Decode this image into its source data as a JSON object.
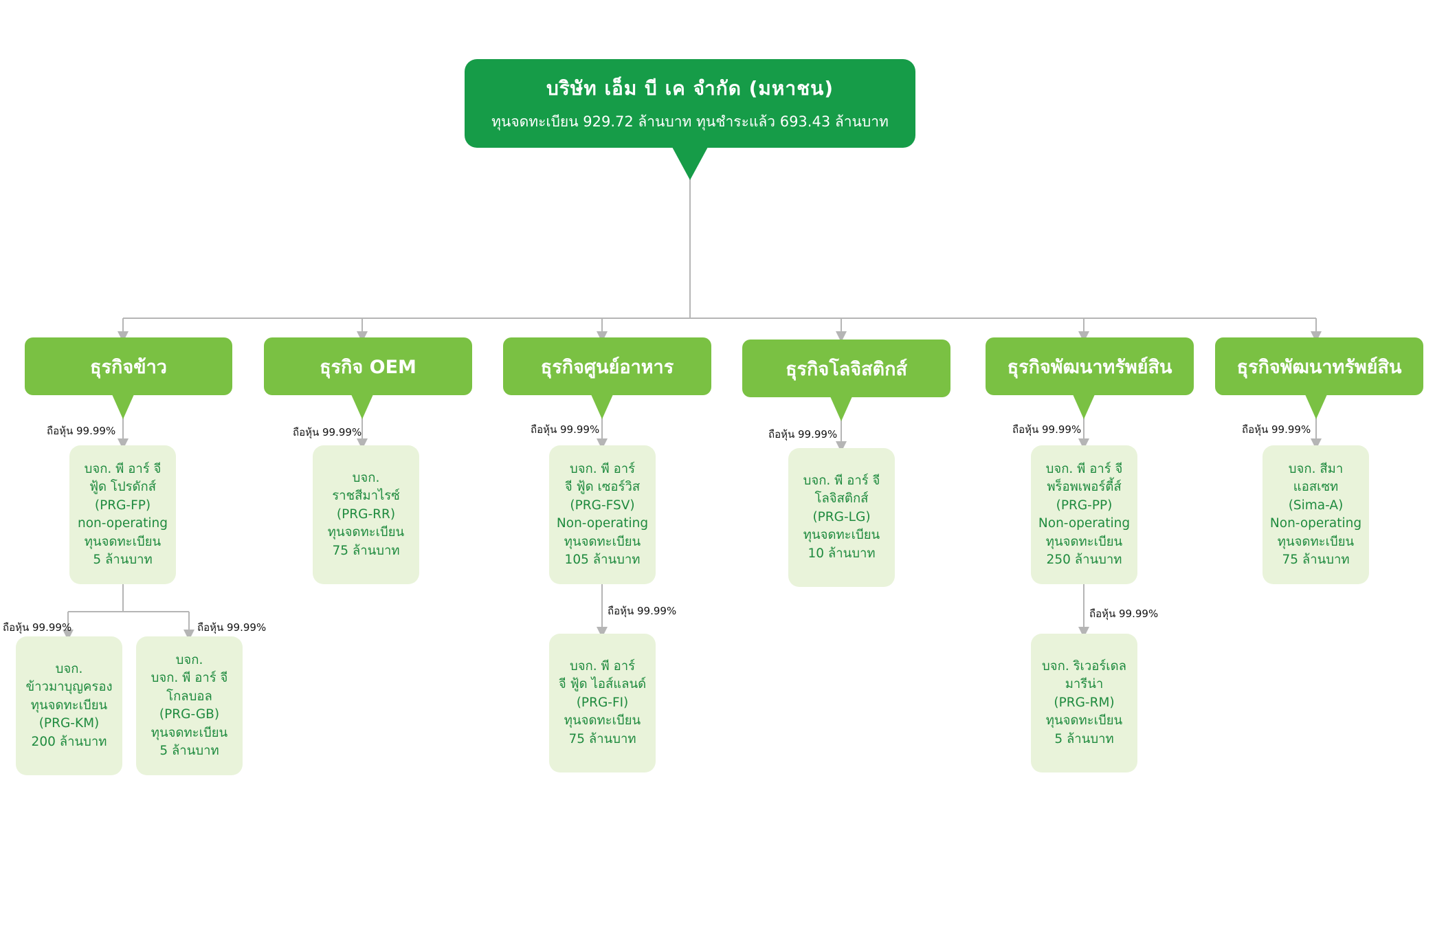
{
  "parent": {
    "name": "บริษัท เอ็ม บี เค จำกัด (มหาชน)",
    "capital": "ทุนจดทะเบียน 929.72 ล้านบาท ทุนชำระแล้ว 693.43 ล้านบาท"
  },
  "business_units": [
    {
      "label": "ธุรกิจข้าว"
    },
    {
      "label": "ธุรกิจ OEM"
    },
    {
      "label": "ธุรกิจศูนย์อาหาร"
    },
    {
      "label": "ธุรกิจโลจิสติกส์"
    },
    {
      "label": "ธุรกิจพัฒนาทรัพย์สิน"
    },
    {
      "label": "ธุรกิจพัฒนาทรัพย์สิน"
    }
  ],
  "companies": [
    {
      "lines": [
        "บจก. พี อาร์ จี",
        "ฟู้ด โปรดักส์",
        "(PRG-FP)",
        "non-operating",
        "ทุนจดทะเบียน",
        "5 ล้านบาท"
      ]
    },
    {
      "lines": [
        "บจก.",
        "ราชสีมาไรซ์",
        "(PRG-RR)",
        "ทุนจดทะเบียน",
        "75 ล้านบาท"
      ]
    },
    {
      "lines": [
        "บจก. พี อาร์",
        "จี ฟู้ด เซอร์วิส",
        "(PRG-FSV)",
        "Non-operating",
        "ทุนจดทะเบียน",
        "105 ล้านบาท"
      ]
    },
    {
      "lines": [
        "บจก. พี อาร์ จี",
        "โลจิสติกส์",
        "(PRG-LG)",
        "ทุนจดทะเบียน",
        "10 ล้านบาท"
      ]
    },
    {
      "lines": [
        "บจก. พี อาร์ จี",
        "พร็อพเพอร์ตี้ส์",
        "(PRG-PP)",
        "Non-operating",
        "ทุนจดทะเบียน",
        "250 ล้านบาท"
      ]
    },
    {
      "lines": [
        "บจก. สีมา",
        "แอสเซท",
        "(Sima-A)",
        "Non-operating",
        "ทุนจดทะเบียน",
        "75 ล้านบาท"
      ]
    },
    {
      "lines": [
        "บจก.",
        "ข้าวมาบุญครอง",
        "ทุนจดทะเบียน",
        "(PRG-KM)",
        "200 ล้านบาท"
      ]
    },
    {
      "lines": [
        "บจก.",
        "บจก. พี อาร์ จี",
        "โกลบอล",
        "(PRG-GB)",
        "ทุนจดทะเบียน",
        "5 ล้านบาท"
      ]
    },
    {
      "lines": [
        "บจก. พี อาร์",
        "จี ฟู้ด ไอส์แลนด์",
        "(PRG-FI)",
        "ทุนจดทะเบียน",
        "75 ล้านบาท"
      ]
    },
    {
      "lines": [
        "บจก. ริเวอร์เดล",
        "มารีน่า",
        "(PRG-RM)",
        "ทุนจดทะเบียน",
        "5 ล้านบาท"
      ]
    }
  ],
  "ownership": {
    "label": "ถือหุ้น 99.99%"
  },
  "colors": {
    "parent": "#169c48",
    "business_unit": "#7ac143",
    "company_bg": "#e9f3da",
    "company_text": "#1e8a3e",
    "connector": "#b5b5b5"
  }
}
